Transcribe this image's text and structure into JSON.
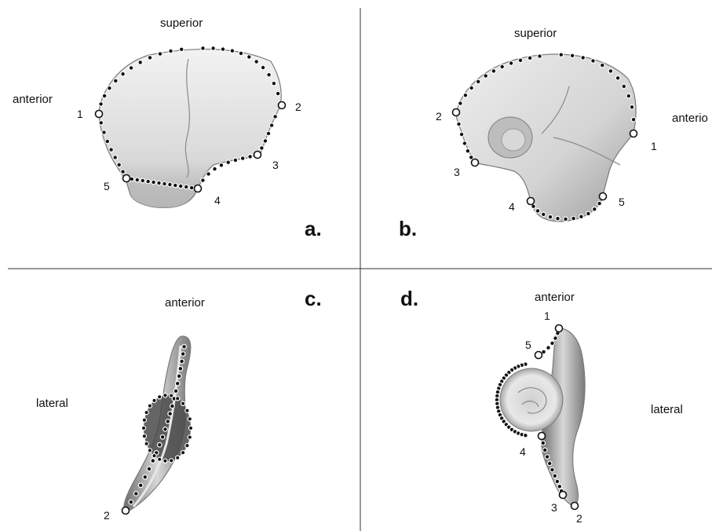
{
  "panels": {
    "a": {
      "panel_label": "a.",
      "superior": "superior",
      "anterior": "anterior",
      "landmarks": [
        "1",
        "2",
        "3",
        "4",
        "5"
      ]
    },
    "b": {
      "panel_label": "b.",
      "superior": "superior",
      "anterior": "anterio",
      "landmarks": [
        "1",
        "2",
        "3",
        "4",
        "5"
      ]
    },
    "c": {
      "panel_label": "c.",
      "anterior": "anterior",
      "lateral": "lateral",
      "landmarks": [
        "2"
      ]
    },
    "d": {
      "panel_label": "d.",
      "anterior": "anterior",
      "lateral": "lateral",
      "landmarks": [
        "1",
        "5",
        "4",
        "3",
        "2"
      ]
    }
  },
  "colors": {
    "bone_light": "#e2e2e2",
    "bone_mid": "#c8c8c8",
    "bone_dark": "#8c8c8c",
    "semilandmark": "#111111",
    "landmark_fill": "#ffffff",
    "divider": "#333333"
  }
}
